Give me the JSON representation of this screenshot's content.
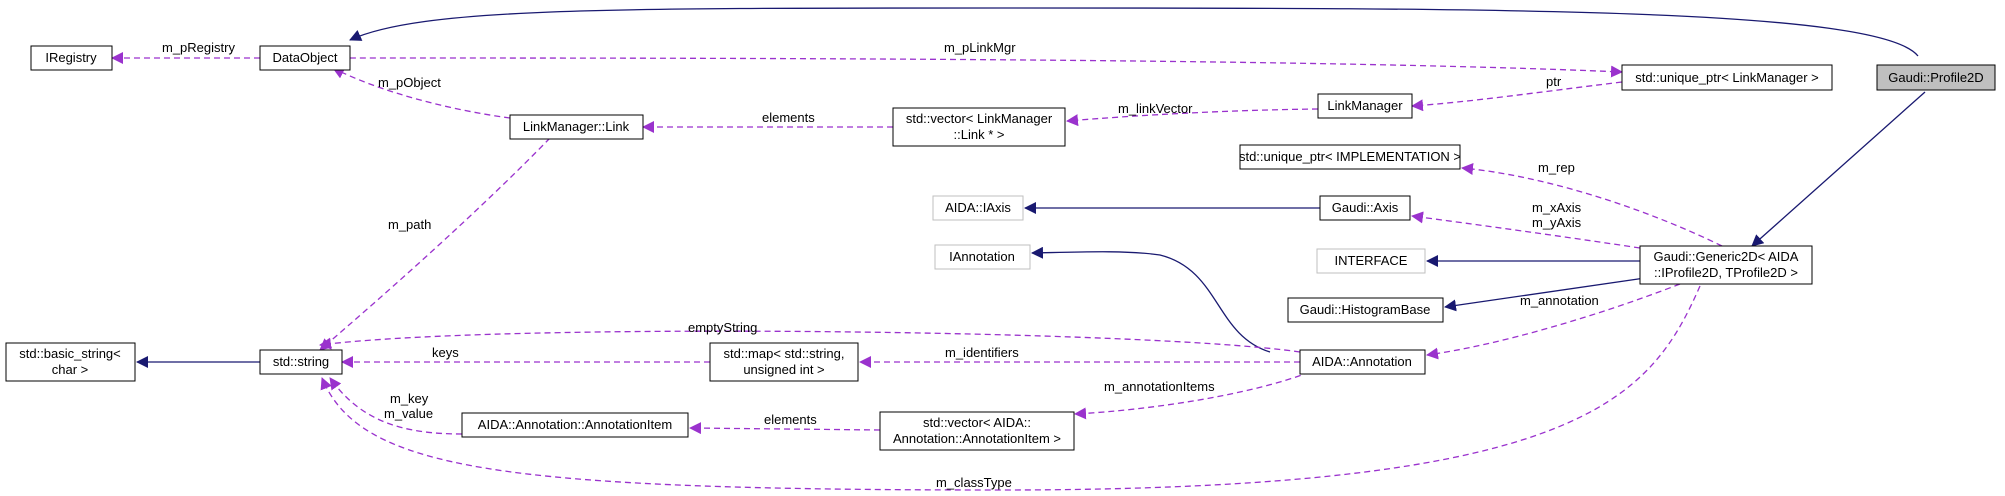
{
  "colors": {
    "inheritance": "#191970",
    "usage": "#9a32cd",
    "node_border": "#000000",
    "external_border": "#bfbfbf",
    "highlight_fill": "#bfbfbf"
  },
  "nodes": {
    "profile2d": {
      "lines": [
        "Gaudi::Profile2D"
      ]
    },
    "dataobject": {
      "lines": [
        "DataObject"
      ]
    },
    "iregistry": {
      "lines": [
        "IRegistry"
      ]
    },
    "uniqueptr_linkmgr": {
      "lines": [
        "std::unique_ptr< LinkManager >"
      ]
    },
    "linkmanager": {
      "lines": [
        "LinkManager"
      ]
    },
    "linkmanager_link": {
      "lines": [
        "LinkManager::Link"
      ]
    },
    "vector_link": {
      "lines": [
        "std::vector< LinkManager",
        "::Link * >"
      ]
    },
    "uniqueptr_impl": {
      "lines": [
        "std::unique_ptr< IMPLEMENTATION >"
      ]
    },
    "aida_iaxis": {
      "lines": [
        "AIDA::IAxis"
      ]
    },
    "gaudi_axis": {
      "lines": [
        "Gaudi::Axis"
      ]
    },
    "iannotation": {
      "lines": [
        "IAnnotation"
      ]
    },
    "interface": {
      "lines": [
        "INTERFACE"
      ]
    },
    "generic2d": {
      "lines": [
        "Gaudi::Generic2D< AIDA",
        "::IProfile2D, TProfile2D >"
      ]
    },
    "histobase": {
      "lines": [
        "Gaudi::HistogramBase"
      ]
    },
    "basic_string": {
      "lines": [
        "std::basic_string<",
        "char >"
      ]
    },
    "std_string": {
      "lines": [
        "std::string"
      ]
    },
    "std_map": {
      "lines": [
        "std::map< std::string,",
        "unsigned int >"
      ]
    },
    "aida_annotation": {
      "lines": [
        "AIDA::Annotation"
      ]
    },
    "annotation_item": {
      "lines": [
        "AIDA::Annotation::AnnotationItem"
      ]
    },
    "vector_item": {
      "lines": [
        "std::vector< AIDA::",
        "Annotation::AnnotationItem >"
      ]
    }
  },
  "edge_labels": {
    "m_pRegistry": "m_pRegistry",
    "m_pLinkMgr": "m_pLinkMgr",
    "m_pObject": "m_pObject",
    "ptr": "ptr",
    "m_linkVector": "m_linkVector",
    "elements_link": "elements",
    "m_path": "m_path",
    "m_rep": "m_rep",
    "m_xAxis": "m_xAxis",
    "m_yAxis": "m_yAxis",
    "m_annotation": "m_annotation",
    "emptyString": "emptyString",
    "keys": "keys",
    "m_identifiers": "m_identifiers",
    "m_annotationItems": "m_annotationItems",
    "elements_item": "elements",
    "m_key": "m_key",
    "m_value": "m_value",
    "m_classType": "m_classType"
  }
}
